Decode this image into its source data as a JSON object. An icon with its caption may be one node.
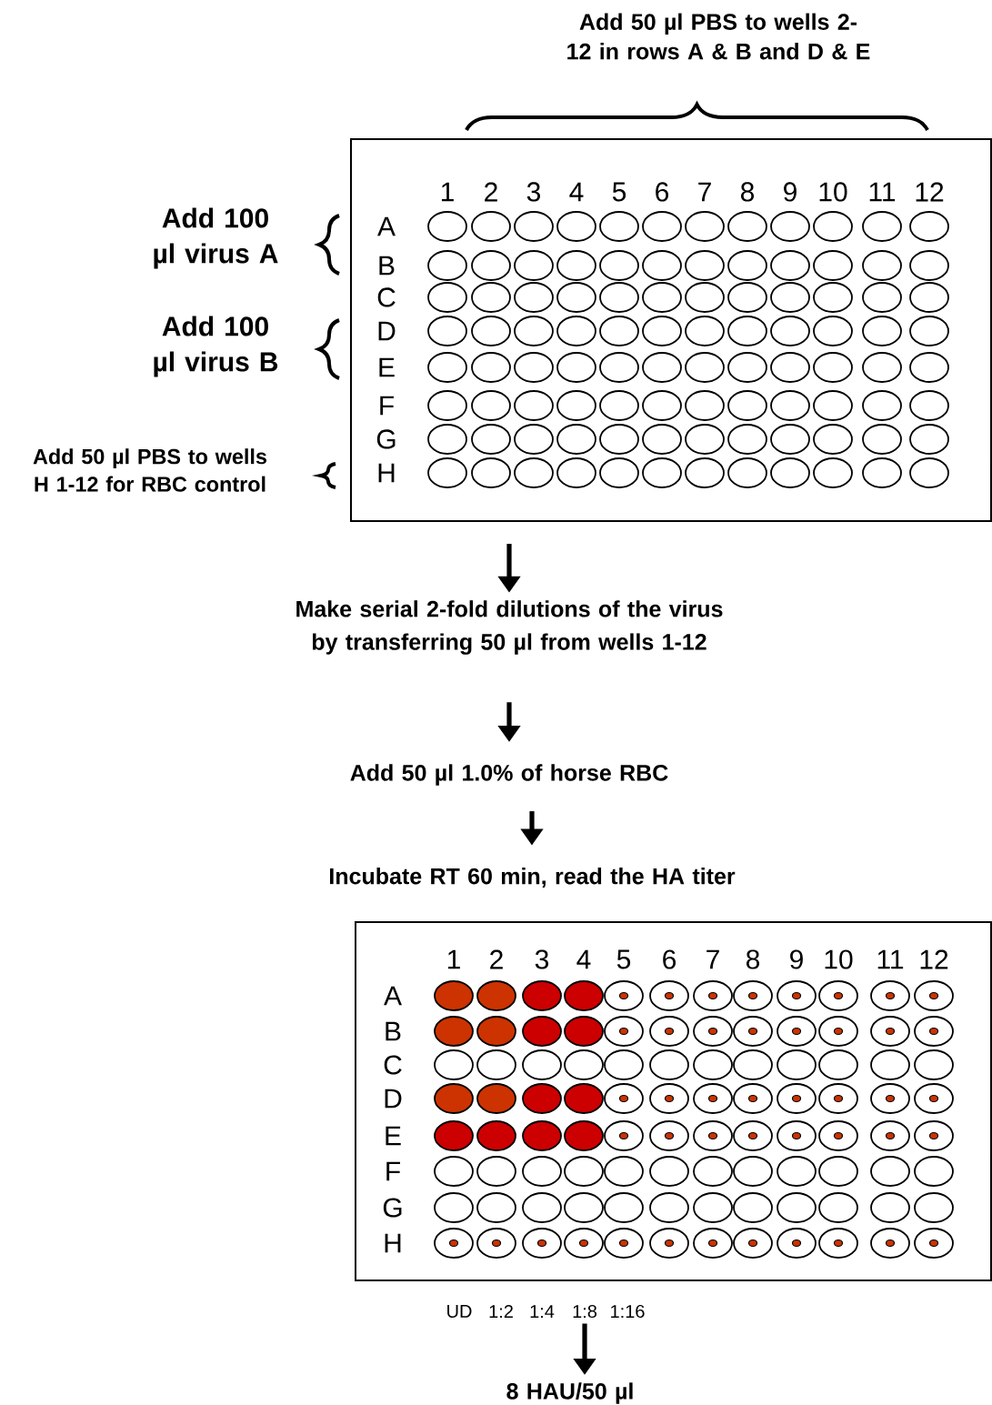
{
  "diagram": {
    "nodes": [
      {
        "text": [
          "1",
          "2",
          "3",
          "4",
          "5",
          "6",
          "7",
          "8",
          "9",
          "10",
          "11",
          "12",
          "A",
          "B",
          "C",
          "D",
          "E",
          "F",
          "G",
          "H"
        ]
      },
      {
        "text": [
          "Make serial 2-fold dilutions of the virus by transferring 50 µl from wells 1-12"
        ]
      },
      {
        "text": [
          "Add 50 µl 1.0% of horse RBC"
        ]
      },
      {
        "text": [
          "Incubate RT 60 min, read the HA titer"
        ]
      },
      {
        "text": [
          "1",
          "2",
          "3",
          "4",
          "5",
          "6",
          "7",
          "8",
          "9",
          "10",
          "11",
          "12",
          "A",
          "B",
          "C",
          "D",
          "E",
          "F",
          "G",
          "H"
        ]
      },
      {
        "text": [
          "1:8"
        ]
      },
      {
        "text": [
          "8 HAU/50 µl"
        ]
      }
    ],
    "edges": [
      {
        "from": 0,
        "to": 1,
        "arrow": "to"
      },
      {
        "from": 1,
        "to": 2,
        "arrow": "to"
      },
      {
        "from": 2,
        "to": 3,
        "arrow": "to"
      },
      {
        "from": 5,
        "to": 6,
        "arrow": "to"
      }
    ],
    "labels": [
      "Add 50 µl PBS to wells 2-12 in rows A & B and D & E",
      "Add 100 µl virus A",
      "Add 100 µl virus B",
      "Add 50 µl PBS to wells H 1-12 for RBC control",
      "UD",
      "1:2",
      "1:4",
      "1:16"
    ]
  }
}
